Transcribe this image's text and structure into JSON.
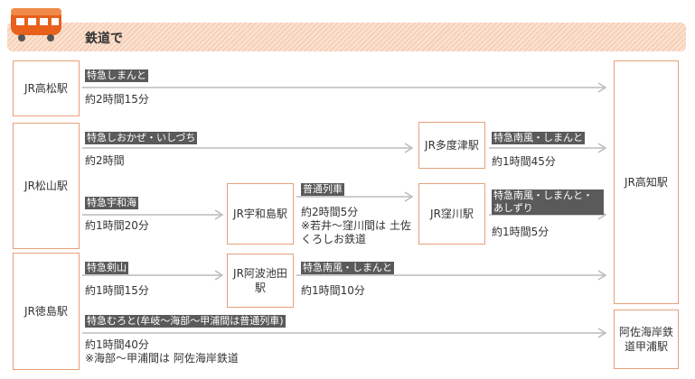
{
  "header": {
    "title": "鉄道で",
    "icon": "train-icon"
  },
  "stations": {
    "takamatsu": "JR高松駅",
    "matsuyama": "JR松山駅",
    "tokushima": "JR徳島駅",
    "uwajima": "JR宇和島駅",
    "awaikeda": "JR阿波池田駅",
    "tadotsu": "JR多度津駅",
    "kubokawa": "JR窪川駅",
    "kochi": "JR高知駅",
    "kannoura": "阿佐海岸鉄道甲浦駅"
  },
  "routes": {
    "takamatsu_kochi": {
      "label": "特急しまんと",
      "time": "約2時間15分"
    },
    "matsuyama_tadotsu": {
      "label": "特急しおかぜ・いしづち",
      "time": "約2時間"
    },
    "tadotsu_kochi": {
      "label": "特急南風・しまんと",
      "time": "約1時間45分"
    },
    "matsuyama_uwajima": {
      "label": "特急宇和海",
      "time": "約1時間20分"
    },
    "uwajima_kubokawa": {
      "label": "普通列車",
      "time": "約2時間5分",
      "note": "※若井～窪川間は 土佐くろしお鉄道"
    },
    "kubokawa_kochi": {
      "label": "特急南風・しまんと・あしずり",
      "time": "約1時間5分"
    },
    "tokushima_awaikeda": {
      "label": "特急剣山",
      "time": "約1時間15分"
    },
    "awaikeda_kochi": {
      "label": "特急南風・しまんと",
      "time": "約1時間10分"
    },
    "tokushima_kannoura": {
      "label": "特急むろと(牟岐～海部～甲浦間は普通列車)",
      "time": "約1時間40分",
      "note": "※海部～甲浦間は 阿佐海岸鉄道"
    }
  }
}
